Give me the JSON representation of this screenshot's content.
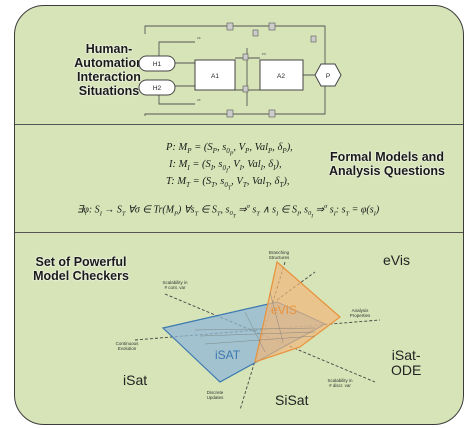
{
  "sections": {
    "interaction": {
      "title_lines": [
        "Human-",
        "Automation",
        "Interaction",
        "Situations"
      ],
      "nodes": {
        "h1": "H1",
        "h2": "H2",
        "a1": "A1",
        "a2": "A2",
        "p": "P"
      }
    },
    "formal": {
      "title_lines": [
        "Formal Models and",
        "Analysis Questions"
      ],
      "equations": [
        "P: M_P = (S_P, s_0P, V_P, Val_P, δ_P),",
        "I: M_I = (S_I, s_0I, V_I, Val_I, δ_I),",
        "T: M_T = (S_T, s_0T, V_T, Val_T, δ_T),"
      ],
      "property": "∃φ: S_I → S_T ∀σ ∈ Tr(M_P) ∀s_T ∈ S_T, s_0T ⇒σ s_T ∧ s_I ∈ S_I, s_0I ⇒σ s_I: s_T = φ(s_I)"
    },
    "checkers": {
      "title_lines": [
        "Set of Powerful",
        "Model Checkers"
      ],
      "tools": {
        "evis": "eVis",
        "isat_ode": "iSat-\nODE",
        "isat": "iSat",
        "sisat": "SiSat"
      },
      "radar": {
        "region_isat": "iSAT",
        "region_evis": "eVIS",
        "axes": {
          "branching": "Branching\nStructures",
          "scal_cont": "Scalability in\n# cont. var",
          "continuous": "Continuous\nEvolution",
          "discrete": "Discrete\nUpdates",
          "analysis": "Analysis\nProperties",
          "scal_disc": "Scalability in\n# discr. var"
        }
      }
    }
  },
  "colors": {
    "background": "#d7e4b8",
    "isat_fill": "#8fb7d6",
    "evis_fill": "#f1b77a",
    "isat_label": "#3d78b0",
    "evis_label": "#e8923c"
  }
}
